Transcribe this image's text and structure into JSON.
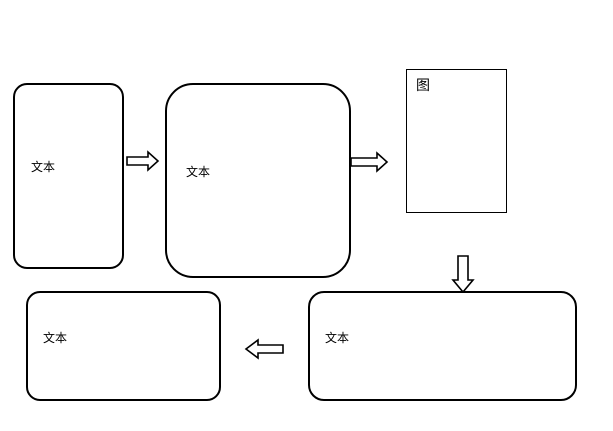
{
  "diagram": {
    "boxes": [
      {
        "id": "box-1",
        "label": "文本"
      },
      {
        "id": "box-2",
        "label": "文本"
      },
      {
        "id": "box-3",
        "label": "文本"
      },
      {
        "id": "box-4",
        "label": "文本"
      }
    ],
    "figure": {
      "label": "图"
    },
    "arrows": [
      {
        "from": "box-1",
        "to": "box-2",
        "direction": "right"
      },
      {
        "from": "box-2",
        "to": "figure",
        "direction": "right"
      },
      {
        "from": "figure",
        "to": "box-3",
        "direction": "down"
      },
      {
        "from": "box-3",
        "to": "box-4",
        "direction": "left"
      }
    ],
    "colors": {
      "stroke": "#000000",
      "background": "#ffffff"
    }
  }
}
